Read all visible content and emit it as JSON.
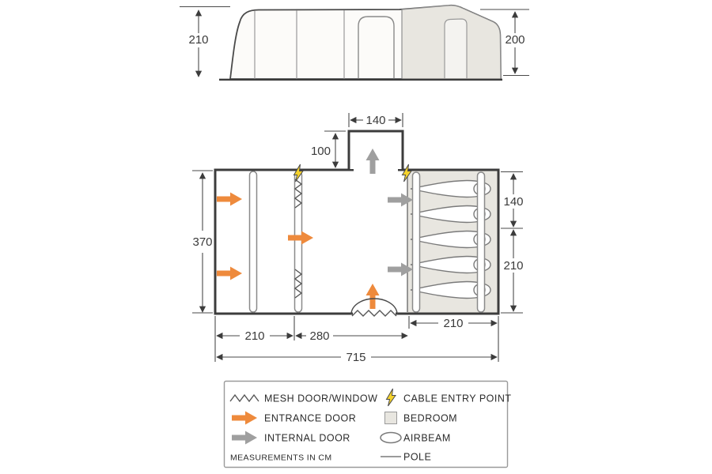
{
  "elevation": {
    "height_left": "210",
    "height_right": "200"
  },
  "floorplan": {
    "porch_width": "140",
    "porch_depth": "100",
    "body_depth": "370",
    "right_upper": "140",
    "right_lower": "210",
    "section_left": "210",
    "section_mid": "280",
    "total_width": "715",
    "bedroom_width": "210"
  },
  "legend": {
    "mesh_label": "MESH DOOR/WINDOW",
    "entrance_label": "ENTRANCE DOOR",
    "internal_label": "INTERNAL DOOR",
    "measurements_note": "MEASUREMENTS IN CM",
    "cable_label": "CABLE ENTRY POINT",
    "bedroom_label": "BEDROOM",
    "airbeam_label": "AIRBEAM",
    "pole_label": "POLE"
  },
  "colors": {
    "entrance_arrow": "#ee8a3c",
    "internal_arrow": "#9f9f9f",
    "cable_bolt": "#f5d22b",
    "bedroom_fill": "#e8e6e0",
    "outline": "#3c3c3c"
  }
}
